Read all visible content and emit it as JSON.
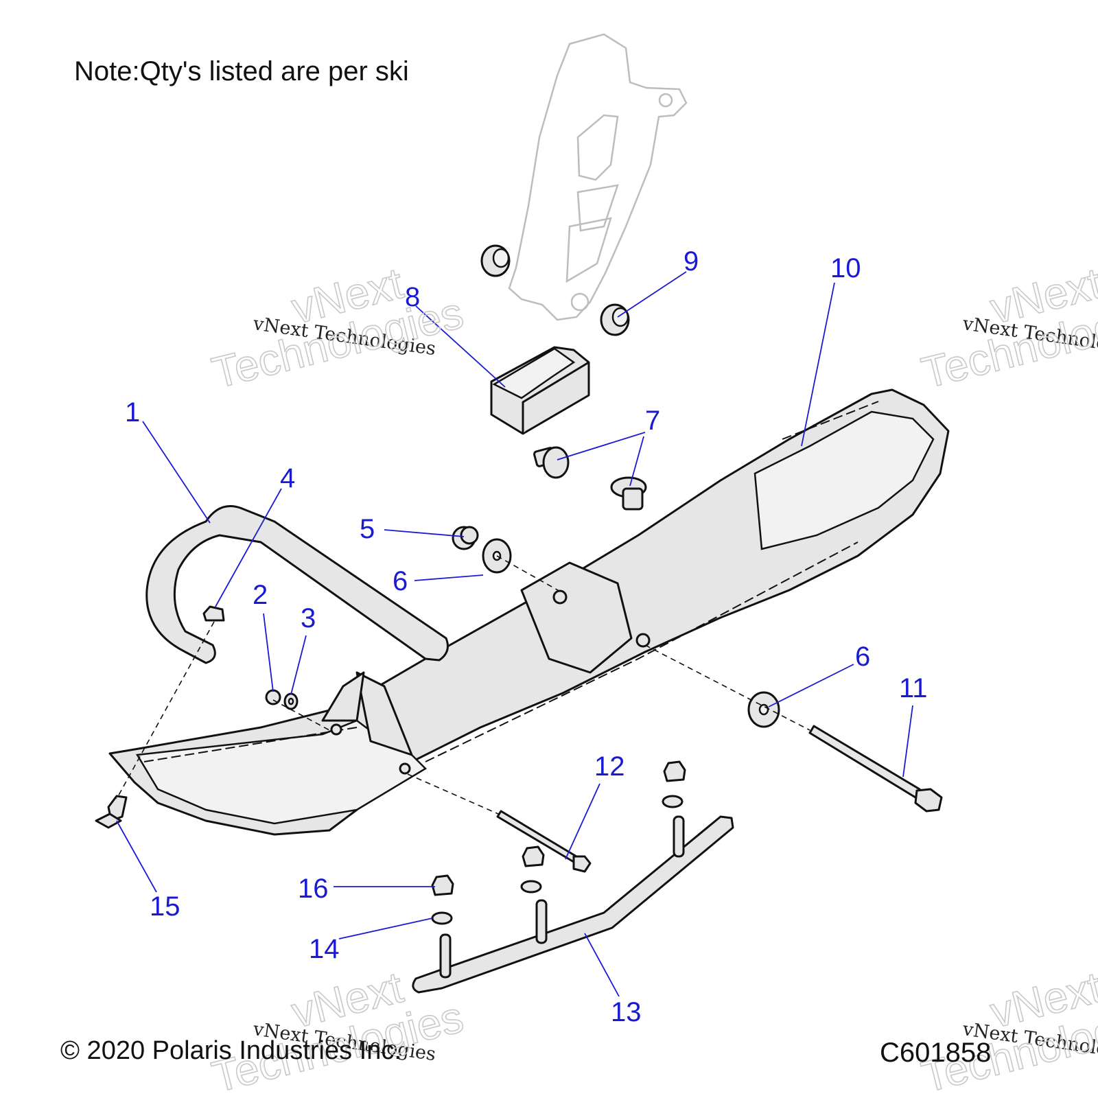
{
  "note": "Note:Qty's listed are per ski",
  "copyright": "© 2020 Polaris Industries Inc.",
  "diagram_id": "C601858",
  "watermark": {
    "small": "vNext Technologies",
    "big_top": "vNext",
    "big_bottom": "Technologies"
  },
  "callouts": [
    "1",
    "2",
    "3",
    "4",
    "5",
    "6",
    "6",
    "7",
    "7",
    "8",
    "9",
    "10",
    "11",
    "12",
    "13",
    "14",
    "15",
    "16"
  ],
  "colors": {
    "callout": "#1a1ad4",
    "part_fill": "#e6e6e6",
    "outline": "#111111",
    "ghost": "#bdbdbd"
  }
}
